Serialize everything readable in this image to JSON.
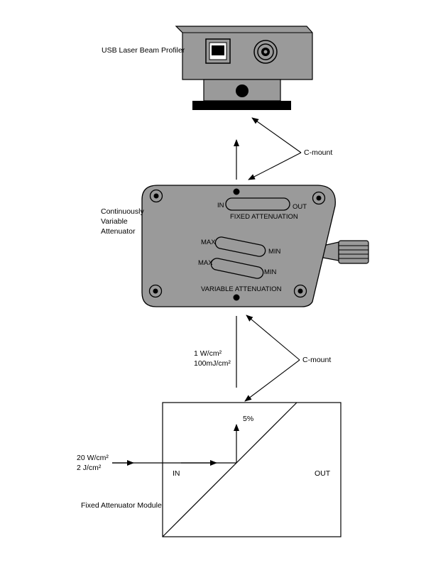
{
  "labels": {
    "profiler": "USB Laser Beam Profiler",
    "cmount_top": "C-mount",
    "attenuator_line1": "Continuously",
    "attenuator_line2": "Variable",
    "attenuator_line3": "Attenuator",
    "in": "IN",
    "out": "OUT",
    "fixed_attenuation": "FIXED ATTENUATION",
    "max_upper": "MAX",
    "min_upper": "MIN",
    "max_lower": "MAX",
    "min_lower": "MIN",
    "variable_attenuation": "VARIABLE ATTENUATION",
    "power_density_out": "1 W/cm²",
    "energy_density_out": "100mJ/cm²",
    "cmount_bottom": "C-mount",
    "percent": "5%",
    "power_density_in": "20 W/cm²",
    "energy_density_in": "2 J/cm²",
    "module_in": "IN",
    "module_out": "OUT",
    "module_name": "Fixed Attenuator Module"
  },
  "colors": {
    "device_gray": "#9a9a9a",
    "device_dark": "#777777",
    "line": "#000000",
    "background": "#ffffff"
  },
  "icons": {
    "usb_port": "usb-b-port-icon",
    "coax_port": "coax-connector-icon",
    "knob": "knurled-knob-icon"
  }
}
